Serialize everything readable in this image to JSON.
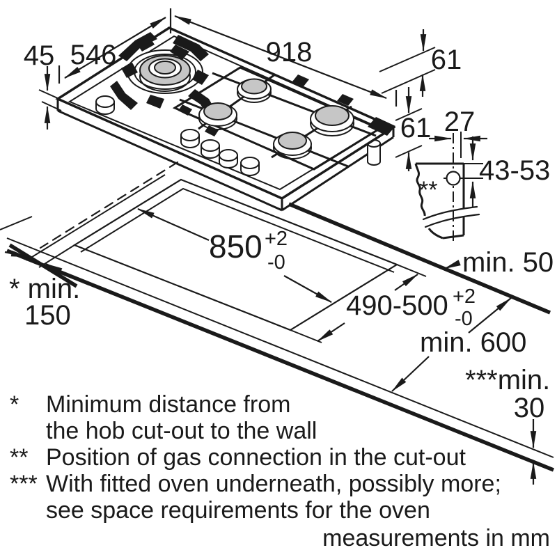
{
  "diagram_title": "gas-hob-installation-dimensions",
  "dims": {
    "height": "45",
    "depth": "546",
    "width": "918",
    "offset_rear": "61",
    "offset_side": "61",
    "gas_x": "27",
    "gas_y": "43-53"
  },
  "detail": {
    "marker": "**"
  },
  "cutout": {
    "width": "850",
    "width_sup": "+2",
    "width_sub": "-0",
    "depth": "490-500",
    "depth_sup": "+2",
    "depth_sub": "-0"
  },
  "clear": {
    "right": "min. 50",
    "left1": "* min.",
    "left2": "150",
    "depth": "min. 600",
    "oven1": "***min.",
    "oven2": "30"
  },
  "footnotes": [
    {
      "marker": "*",
      "text": "Minimum distance from"
    },
    {
      "marker": "",
      "text": "the hob cut-out to the wall"
    },
    {
      "marker": "**",
      "text": "Position of gas connection in the cut-out"
    },
    {
      "marker": "***",
      "text": "With fitted oven underneath, possibly more;"
    },
    {
      "marker": "",
      "text": "see space requirements for the oven"
    }
  ],
  "units": "measurements in mm",
  "colors": {
    "line": "#1a1a1a",
    "burner_cap": "#c6c6c6",
    "background": "#ffffff"
  }
}
